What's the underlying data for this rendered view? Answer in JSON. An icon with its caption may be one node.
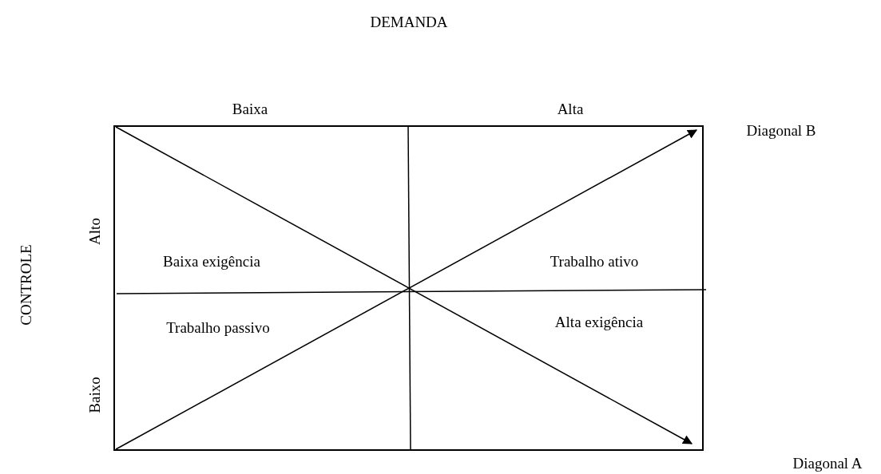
{
  "diagram": {
    "labels": [
      "DEMANDA",
      "Baixa",
      "Alta",
      "Diagonal B",
      "CONTROLE",
      "Alto",
      "Baixa exigência",
      "Trabalho ativo",
      "Trabalho passivo",
      "Alta exigência",
      "Baixo",
      "Diagonal A"
    ]
  }
}
